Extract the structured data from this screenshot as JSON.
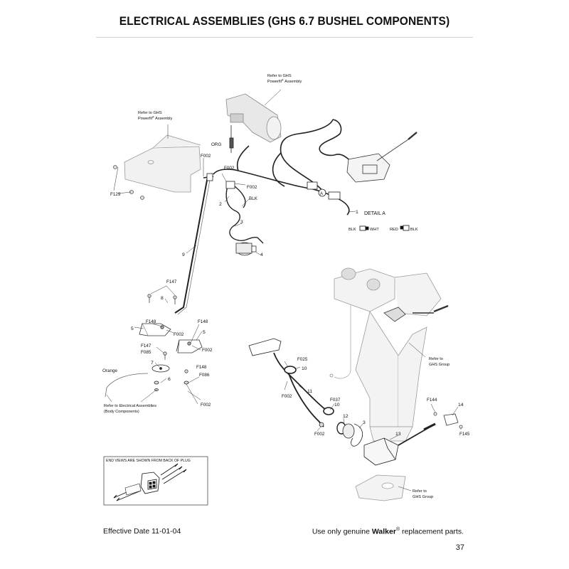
{
  "title": "ELECTRICAL ASSEMBLIES (GHS 6.7 BUSHEL COMPONENTS)",
  "footer": {
    "effective_date": "Effective Date 11-01-04",
    "genuine_prefix": "Use only genuine ",
    "genuine_brand": "Walker",
    "genuine_mark": "®",
    "genuine_suffix": " replacement parts.",
    "page_number": "37"
  },
  "references": {
    "ref_top_line1": "Refer to GHS",
    "ref_top_line2": "Powerfil",
    "ref_top_line3": " Assembly",
    "ref_left_line1": "Refer to GHS",
    "ref_left_line2": "Powerfil",
    "ref_left_line3": " Assembly",
    "ref_mark": "®",
    "ref_ghs_group_1_line1": "Refer to",
    "ref_ghs_group_1_line2": "GHS Group",
    "ref_ghs_group_2_line1": "Refer to",
    "ref_ghs_group_2_line2": "GHS Group",
    "ref_electrical_line1": "Refer to Electrical Assemblies",
    "ref_electrical_line2": "(Body Components)"
  },
  "wire_labels": {
    "org": "ORG",
    "blk": "BLK",
    "orange": "Orange"
  },
  "detail": {
    "title": "DETAIL A",
    "circle_letter": "A",
    "left_blk": "BLK",
    "left_wht": "WHT",
    "right_red": "RED",
    "right_blk": "BLK"
  },
  "end_views_note": "END VIEWS ARE SHOWN FROM BACK OF PLUG",
  "callouts": {
    "item_1": "1",
    "item_2": "2",
    "item_3": "3",
    "item_4": "4",
    "item_5a": "5",
    "item_5b": "5",
    "item_6": "6",
    "item_7": "7",
    "item_8": "8",
    "item_9": "9",
    "item_10a": "10",
    "item_10b": "10",
    "item_11": "11",
    "item_12": "12",
    "item_13": "13",
    "item_14": "14",
    "item_3b": "3",
    "f002_a": "F002",
    "f002_b": "F002",
    "f002_c": "F002",
    "f002_d": "F002",
    "f002_e": "F002",
    "f002_f": "F002",
    "f002_g": "F002",
    "f002_h": "F002",
    "f129": "F129",
    "f147_a": "F147",
    "f147_b": "F147",
    "f148_a": "F148",
    "f148_b": "F148",
    "f148_c": "F148",
    "f085": "F085",
    "f086": "F086",
    "f025": "F025",
    "f037": "F037",
    "f144": "F144",
    "f145": "F145"
  }
}
